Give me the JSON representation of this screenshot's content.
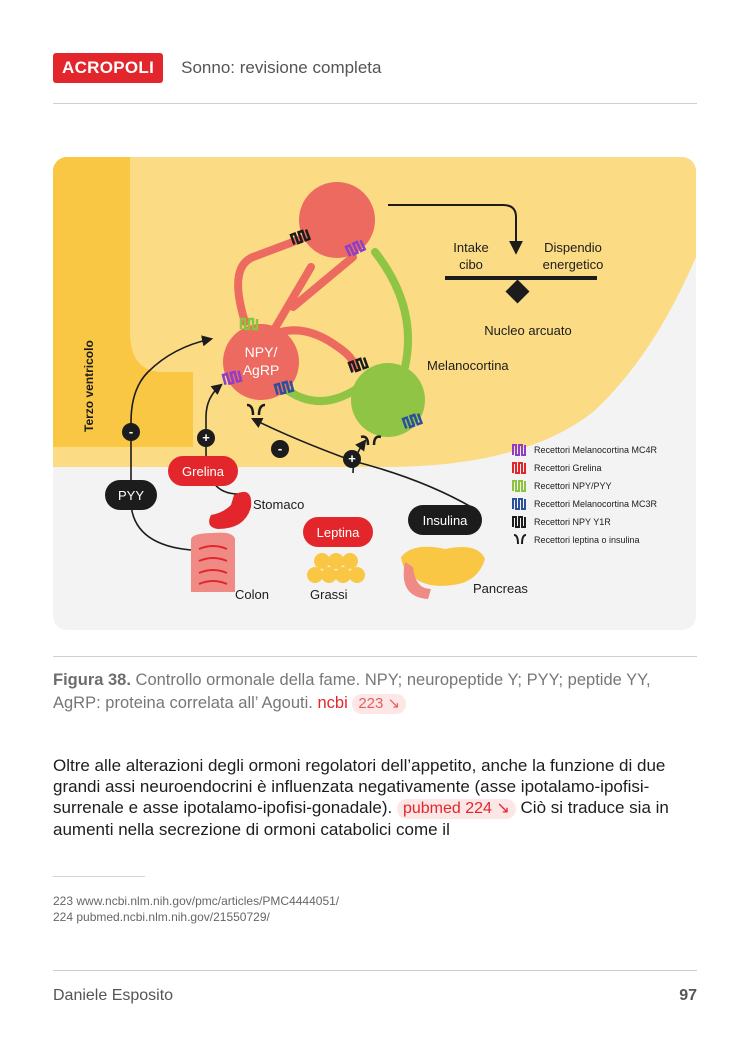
{
  "header": {
    "brand": "ACROPOLI",
    "title": "Sonno: revisione completa"
  },
  "figure": {
    "labels": {
      "npy_line1": "NPY/",
      "npy_line2": "AgRP",
      "intake_line1": "Intake",
      "intake_line2": "cibo",
      "dispendio_line1": "Dispendio",
      "dispendio_line2": "energetico",
      "nucleo": "Nucleo arcuato",
      "melanocortina": "Melanocortina",
      "terzo": "Terzo ventricolo",
      "grelina": "Grelina",
      "pyy": "PYY",
      "stomaco": "Stomaco",
      "leptina": "Leptina",
      "insulina": "Insulina",
      "colon": "Colon",
      "grassi": "Grassi",
      "pancreas": "Pancreas",
      "minus": "-",
      "plus": "+"
    },
    "legend": [
      {
        "label": "Recettori Melanocortina  MC4R",
        "color": "#8e3fc9"
      },
      {
        "label": "Recettori Grelina",
        "color": "#e3262b"
      },
      {
        "label": "Recettori NPY/PYY",
        "color": "#8cc43f"
      },
      {
        "label": "Recettori Melanocortina MC3R",
        "color": "#2b4f9e"
      },
      {
        "label": "Recettori NPY Y1R",
        "color": "#1c1c1c"
      },
      {
        "label": "Recettori leptina o insulina",
        "color": "#1c1c1c"
      }
    ],
    "colors": {
      "yellow": "#fbdb84",
      "yellow_dark": "#f9c743",
      "red": "#ec6a60",
      "green": "#8fc445",
      "pill_red": "#e3262b",
      "pill_black": "#1c1c1c"
    }
  },
  "caption": {
    "label": "Figura 38.",
    "text": " Controllo ormonale della fame. NPY; neuropeptide Y; PYY; peptide YY, AgRP: proteina correlata all’ Agouti.",
    "ref_name": "ncbi",
    "ref_num": "223 ↘"
  },
  "body": {
    "text1": "Oltre alle alterazioni degli ormoni regolatori dell’appetito, anche la funzione di due grandi assi neuroendocrini è influenzata negativamente (asse ipotalamo-ipofisi-surrenale e asse ipotalamo-ipofisi-gonadale).",
    "ref_label": "pubmed 224 ↘",
    "text2": " Ciò si traduce sia in aumenti nella secrezione di ormoni catabolici come il"
  },
  "footnotes": [
    "223 www.ncbi.nlm.nih.gov/pmc/articles/PMC4444051/",
    "224 pubmed.ncbi.nlm.nih.gov/21550729/"
  ],
  "footer": {
    "author": "Daniele Esposito",
    "page": "97"
  }
}
